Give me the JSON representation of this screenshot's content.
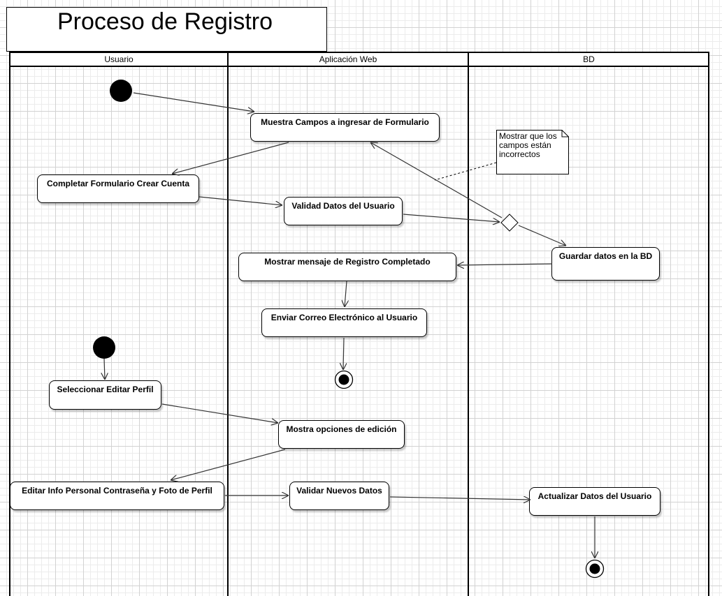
{
  "title": "Proceso de Registro",
  "lanes": [
    "Usuario",
    "Aplicación Web",
    "BD"
  ],
  "actions": {
    "muestra_campos": "Muestra Campos a ingresar de Formulario",
    "completar_formulario": "Completar Formulario Crear Cuenta",
    "validad_datos": "Validad Datos del Usuario",
    "guardar_datos": "Guardar datos en la BD",
    "mostrar_mensaje": "Mostrar mensaje de Registro Completado",
    "enviar_correo": "Enviar Correo Electrónico al Usuario",
    "seleccionar_editar": "Seleccionar Editar Perfil",
    "mostra_opciones": "Mostra opciones de edición",
    "editar_info": "Editar Info Personal Contraseña y Foto de Perfil",
    "validar_nuevos": "Validar Nuevos Datos",
    "actualizar_datos": "Actualizar Datos del Usuario"
  },
  "note": "Mostrar que los campos están incorrectos",
  "colors": {
    "line": "#000000",
    "arrow": "#333333",
    "grid": "#d2d2d2"
  }
}
